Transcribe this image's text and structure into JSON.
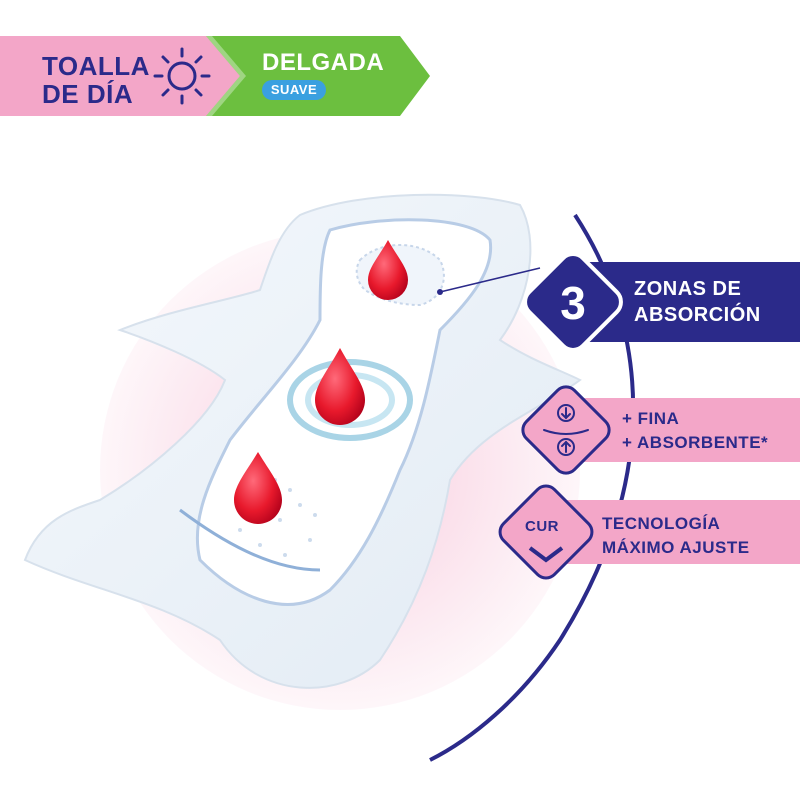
{
  "banner": {
    "line1": "TOALLA",
    "line2": "DE DÍA",
    "type": "DELGADA",
    "badge": "SUAVE",
    "icon": "sun-icon"
  },
  "features": [
    {
      "icon": "number-three-badge",
      "number": "3",
      "line1": "ZONAS DE",
      "line2": "ABSORCIÓN"
    },
    {
      "icon": "thin-absorbent-arrows-icon",
      "line1": "+ FINA",
      "line2": "+ ABSORBENTE*"
    },
    {
      "icon": "cur-technology-logo",
      "logo_text": "CUR",
      "line1": "TECNOLOGÍA",
      "line2": "MÁXIMO AJUSTE"
    }
  ],
  "colors": {
    "navy": "#2b2a8a",
    "pink": "#f09ac2",
    "green": "#6cbf3f",
    "light_blue": "#3aa0e0",
    "drop_red": "#e8192c"
  }
}
